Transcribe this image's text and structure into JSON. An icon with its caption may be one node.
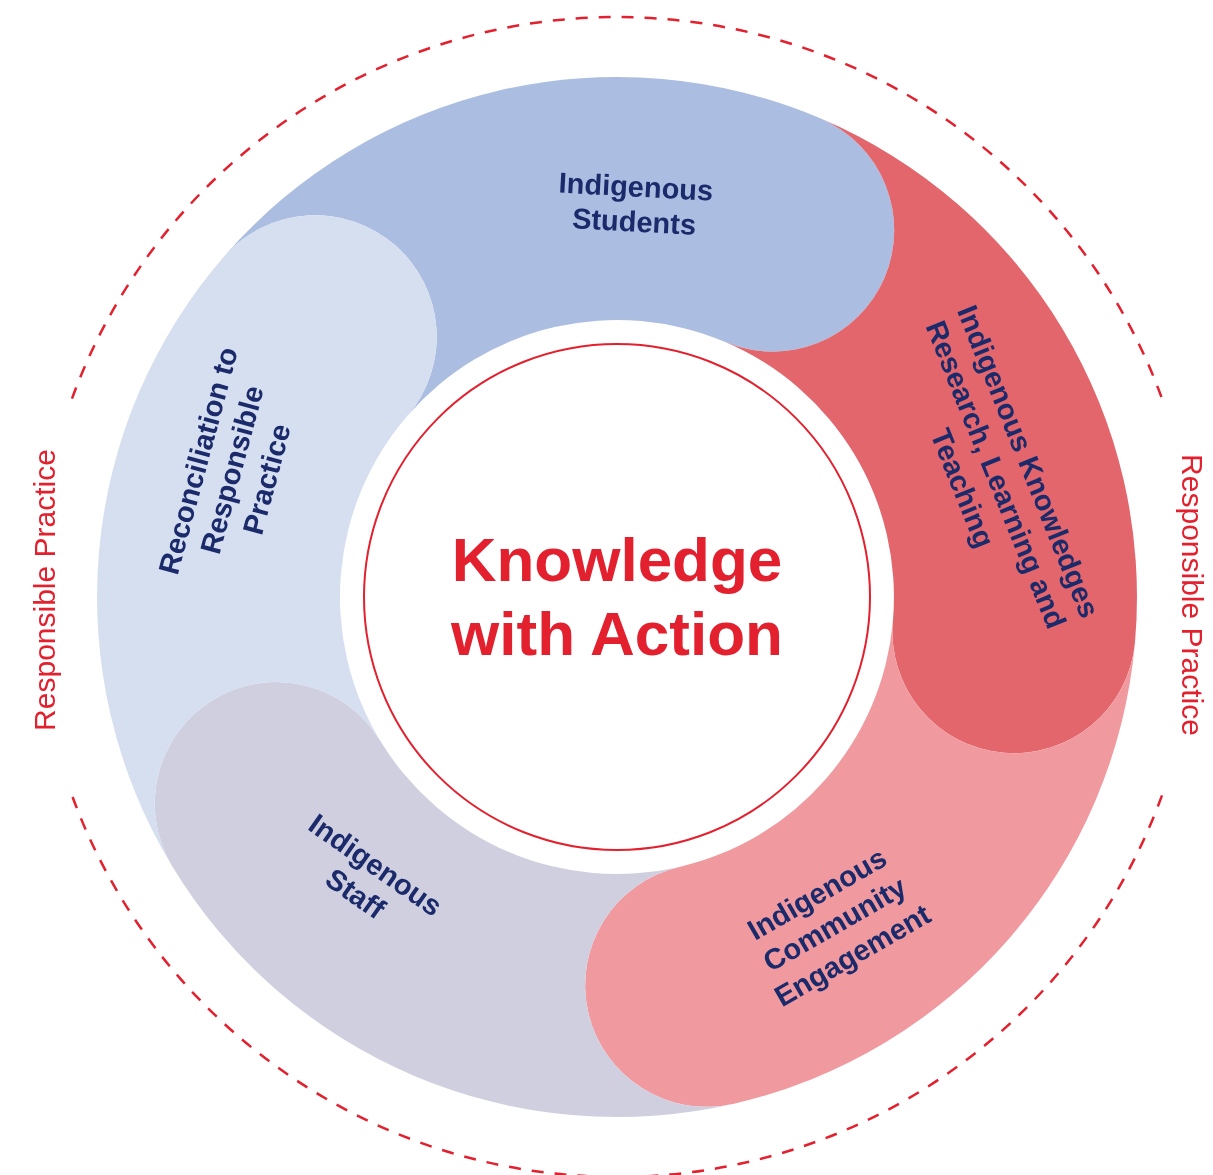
{
  "diagram": {
    "nodes": [
      {
        "text": [
          "Responsible Practice",
          "Responsible Practice"
        ]
      },
      {
        "text": [
          "Indigenous Students"
        ],
        "in": 0
      },
      {
        "text": [
          "Indigenous Knowledges Research, Learning and Teaching"
        ],
        "in": 0
      },
      {
        "text": [
          "Indigenous Community Engagement"
        ],
        "in": 0
      },
      {
        "text": [
          "Indigenous Staff"
        ],
        "in": 0
      },
      {
        "text": [
          "Reconciliation to Responsible Practice"
        ],
        "in": 0
      },
      {
        "text": [
          "Knowledge with Action"
        ],
        "in": 0
      }
    ]
  }
}
